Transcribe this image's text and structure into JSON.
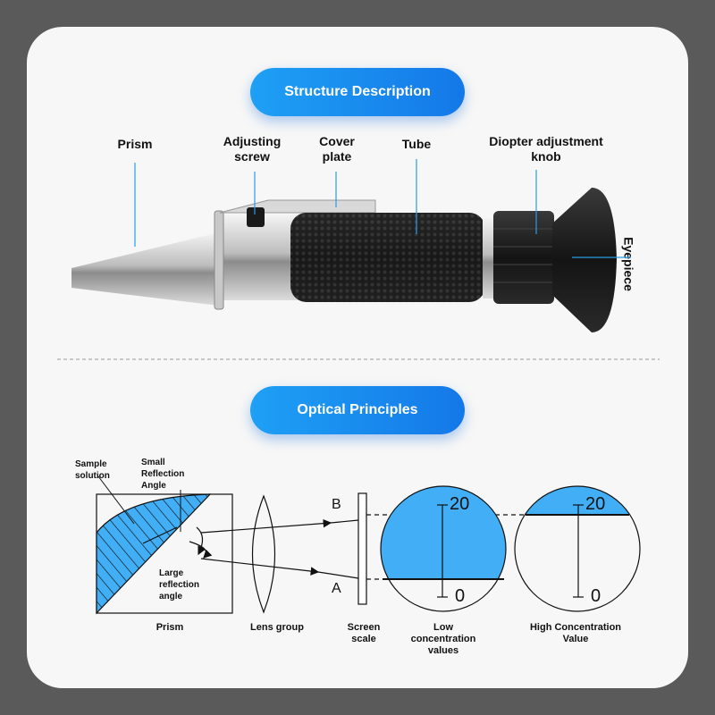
{
  "structure": {
    "title": "Structure Description",
    "labels": {
      "prism": "Prism",
      "adjusting_screw": "Adjusting screw",
      "cover_plate": "Cover plate",
      "tube": "Tube",
      "diopter_knob": "Diopter adjustment knob",
      "eyepiece": "Eyepiece"
    }
  },
  "optical": {
    "title": "Optical Principles",
    "labels": {
      "sample_solution": "Sample solution",
      "small_reflection_angle": "Small Reflection Angle",
      "large_reflection_angle": "Large reflection angle",
      "prism": "Prism",
      "lens_group": "Lens group",
      "screen_scale": "Screen scale",
      "low_concentration": "Low concentration values",
      "high_concentration": "High Concentration Value",
      "point_b": "B",
      "point_a": "A"
    },
    "scale_top": "20",
    "scale_bottom": "0",
    "colors": {
      "accent": "#42aef5",
      "line": "#111111"
    }
  }
}
